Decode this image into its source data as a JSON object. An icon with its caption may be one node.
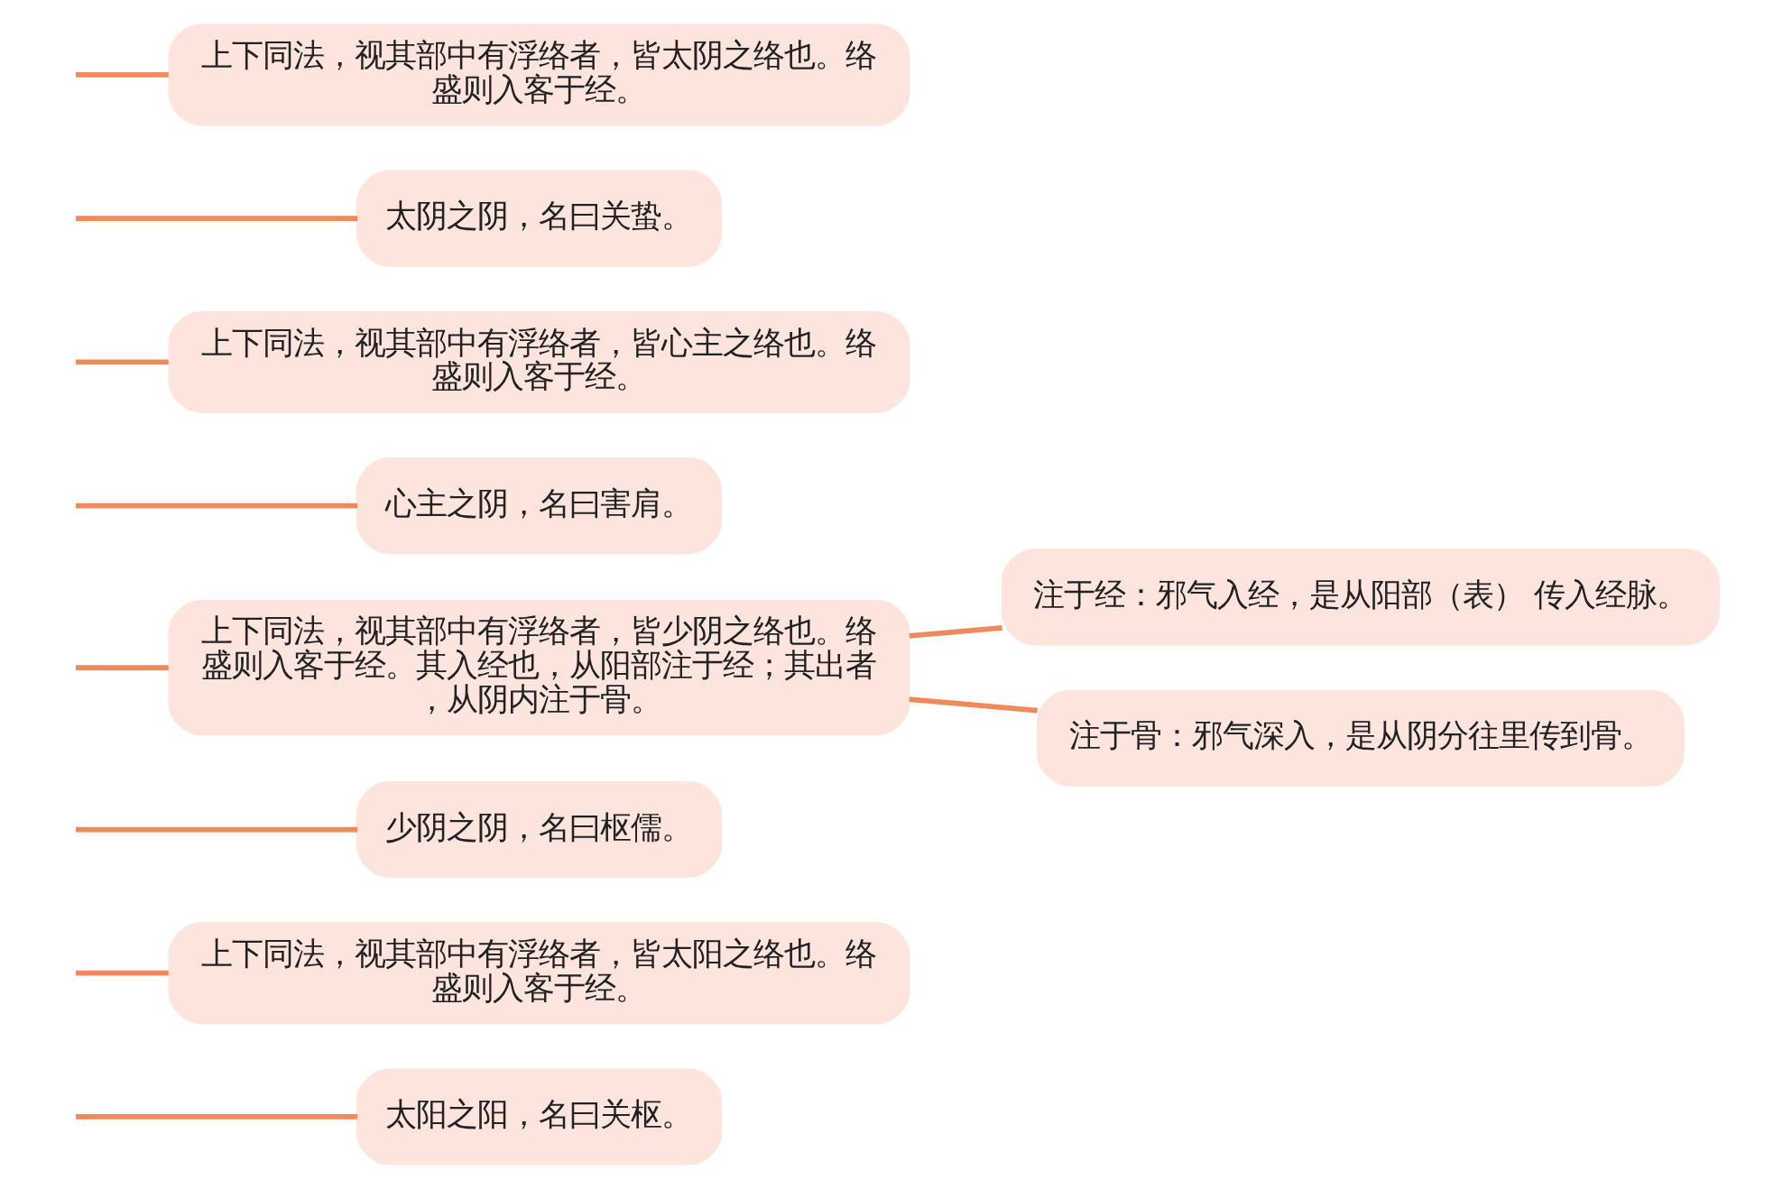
{
  "diagram": {
    "nodes": [
      {
        "text": [
          "太阳之阳，名曰关枢。"
        ]
      },
      {
        "text": [
          "上下同法，视其部中有浮络者，皆太阳之络也。络盛则入客于经。"
        ]
      },
      {
        "text": [
          "少阴之阴，名曰枢儒。"
        ]
      },
      {
        "text": [
          "上下同法，视其部中有浮络者，皆少阴之络也。络盛则入客于经。其入经也，从阳部注于经；其出者，从阴内注于骨。"
        ]
      },
      {
        "text": [
          "心主之阴，名曰害肩。"
        ]
      },
      {
        "text": [
          "上下同法，视其部中有浮络者，皆心主之络也。络盛则入客于经。"
        ]
      },
      {
        "text": [
          "太阴之阴，名曰关蛰。"
        ]
      },
      {
        "text": [
          "上下同法，视其部中有浮络者，皆太阴之络也。络盛则入客于经。"
        ]
      },
      {
        "text": [
          "注于经：邪气入经，是从阳部（表） 传入经脉。"
        ]
      },
      {
        "text": [
          "注于骨：邪气深入，是从阴分往里传到骨。"
        ]
      }
    ],
    "edges": [
      {
        "from": null,
        "to": 0,
        "arrow": "none"
      },
      {
        "from": null,
        "to": 1,
        "arrow": "none"
      },
      {
        "from": null,
        "to": 2,
        "arrow": "none"
      },
      {
        "from": null,
        "to": 3,
        "arrow": "none"
      },
      {
        "from": null,
        "to": 4,
        "arrow": "none"
      },
      {
        "from": null,
        "to": 5,
        "arrow": "none"
      },
      {
        "from": null,
        "to": 6,
        "arrow": "none"
      },
      {
        "from": null,
        "to": 7,
        "arrow": "none"
      },
      {
        "from": 3,
        "to": 8,
        "arrow": "none"
      },
      {
        "from": 3,
        "to": 9,
        "arrow": "none"
      }
    ]
  }
}
